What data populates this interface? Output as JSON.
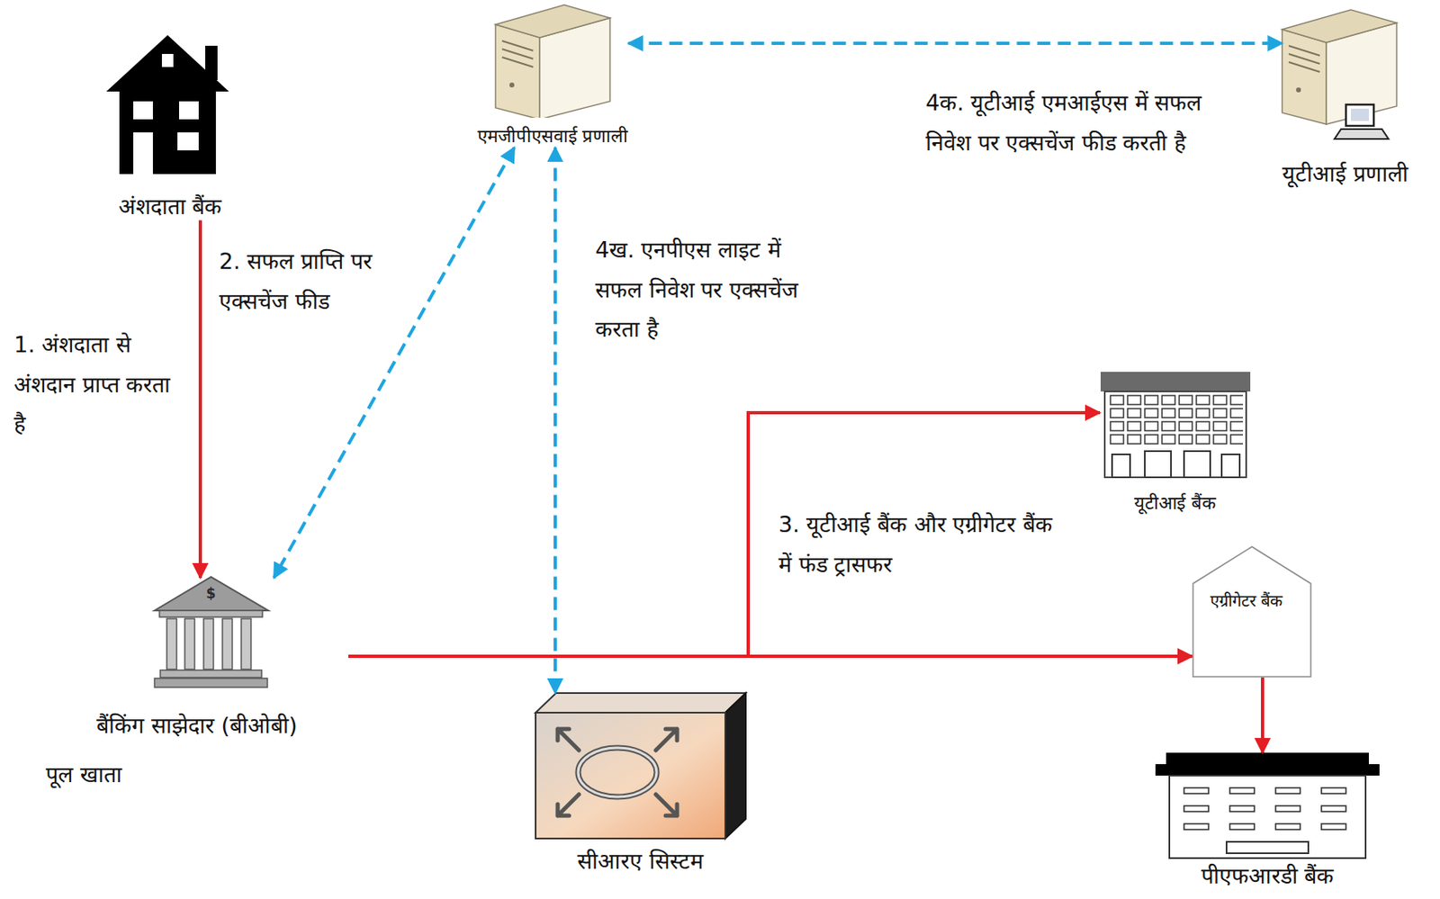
{
  "diagram": {
    "nodes": [
      {
        "text": [
          "अंशदाता बैंक"
        ]
      },
      {
        "text": [
          "एमजीपीएसवाई प्रणाली"
        ]
      },
      {
        "text": [
          "यूटीआई प्रणाली"
        ]
      },
      {
        "text": [
          "बैंकिंग साझेदार (बीओबी)",
          "पूल खाता"
        ]
      },
      {
        "text": [
          "यूटीआई बैंक"
        ]
      },
      {
        "text": [
          "एग्रीगेटर बैंक"
        ]
      },
      {
        "text": [
          "सीआरए सिस्टम"
        ]
      },
      {
        "text": [
          "पीएफआरडी बैंक"
        ]
      }
    ],
    "edges": [
      {
        "from": 0,
        "to": 3,
        "arrow": "to",
        "label": "1. अंशदाता से अंशदान प्राप्त करता है"
      },
      {
        "from": 1,
        "to": 3,
        "arrow": "both",
        "label": "2. सफल प्राप्ति पर एक्सचेंज फीड"
      },
      {
        "from": 1,
        "to": 2,
        "arrow": "both",
        "label": "4क. यूटीआई एमआईएस में सफल निवेश पर एक्सचेंज फीड करती है"
      },
      {
        "from": 1,
        "to": 6,
        "arrow": "both",
        "label": "4ख. एनपीएस लाइट में सफल निवेश पर एक्सचेंज करता है"
      },
      {
        "from": 3,
        "to": 4,
        "arrow": "to",
        "label": "3. यूटीआई बैंक और एग्रीगेटर बैंक में फंड ट्रासफर"
      },
      {
        "from": 3,
        "to": 5,
        "arrow": "to"
      },
      {
        "from": 5,
        "to": 7,
        "arrow": "to"
      }
    ],
    "labels": [
      "$"
    ]
  }
}
